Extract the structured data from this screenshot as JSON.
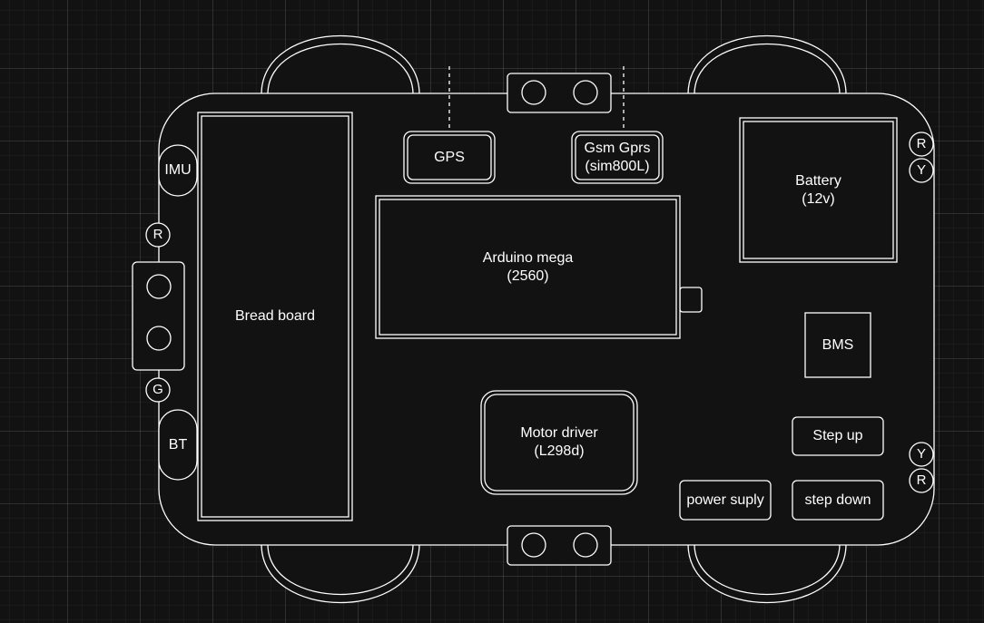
{
  "diagram": {
    "colors": {
      "background": "#121212",
      "stroke": "#ffffff",
      "fill": "#121212",
      "text": "#ffffff"
    },
    "labels": {
      "imu": "IMU",
      "bt": "BT",
      "bread_board": "Bread board",
      "gps": "GPS",
      "gsm": "Gsm Gprs\n(sim800L)",
      "arduino": "Arduino mega\n(2560)",
      "battery": "Battery\n(12v)",
      "bms": "BMS",
      "motor_driver": "Motor driver\n(L298d)",
      "step_up": "Step up",
      "power_supply": "power suply",
      "step_down": "step down"
    },
    "leds": {
      "left_top": "R",
      "left_bottom": "G",
      "right_top_1": "R",
      "right_top_2": "Y",
      "right_bottom_1": "Y",
      "right_bottom_2": "R"
    }
  }
}
